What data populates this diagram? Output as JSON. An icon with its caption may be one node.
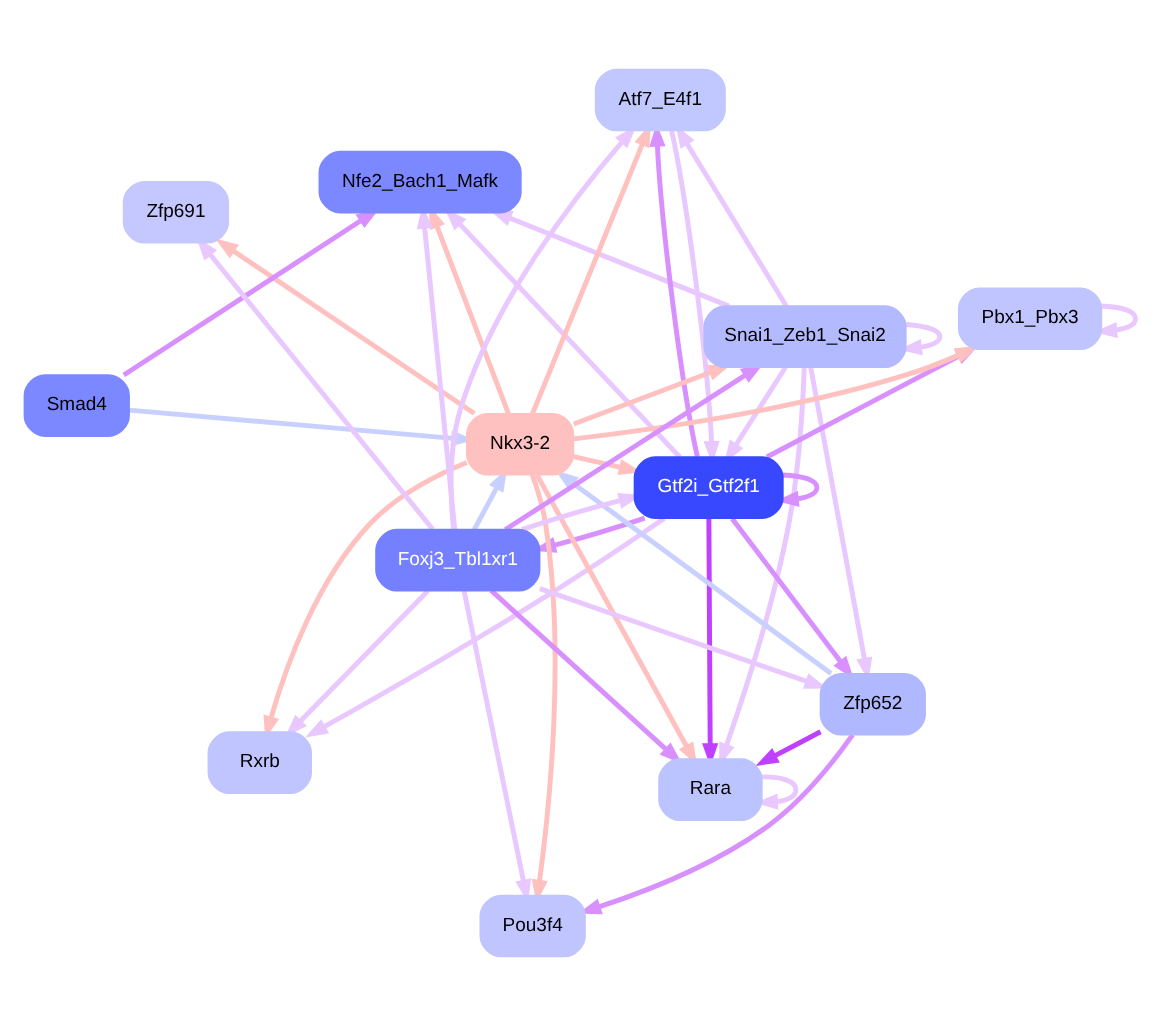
{
  "diagram": {
    "nodes": [
      {
        "text": [
          "Rara"
        ]
      },
      {
        "text": [
          "Snai1_Zeb1_Snai2"
        ]
      },
      {
        "text": [
          "Rxrb"
        ]
      },
      {
        "text": [
          "Nfe2_Bach1_Mafk"
        ]
      },
      {
        "text": [
          "Atf7_E4f1"
        ]
      },
      {
        "text": [
          "Gtf2i_Gtf2f1"
        ]
      },
      {
        "text": [
          "Nkx3-2"
        ]
      },
      {
        "text": [
          "Pbx1_Pbx3"
        ]
      },
      {
        "text": [
          "Smad4"
        ]
      },
      {
        "text": [
          "Pou3f4"
        ]
      },
      {
        "text": [
          "Zfp652"
        ]
      },
      {
        "text": [
          "Zfp691"
        ]
      },
      {
        "text": [
          "Foxj3_Tbl1xr1"
        ]
      }
    ],
    "edges": [
      {
        "from": 0,
        "to": 0,
        "arrow": "to"
      },
      {
        "from": 1,
        "to": 0,
        "arrow": "to"
      },
      {
        "from": 1,
        "to": 1,
        "arrow": "to"
      },
      {
        "from": 1,
        "to": 3,
        "arrow": "to"
      },
      {
        "from": 1,
        "to": 4,
        "arrow": "to"
      },
      {
        "from": 1,
        "to": 5,
        "arrow": "to"
      },
      {
        "from": 1,
        "to": 10,
        "arrow": "to"
      },
      {
        "from": 4,
        "to": 5,
        "arrow": "to"
      },
      {
        "from": 5,
        "to": 0,
        "arrow": "to",
        "color": "#c040ff"
      },
      {
        "from": 5,
        "to": 2,
        "arrow": "to"
      },
      {
        "from": 5,
        "to": 3,
        "arrow": "to"
      },
      {
        "from": 5,
        "to": 4,
        "arrow": "to",
        "color": "#d890ff"
      },
      {
        "from": 5,
        "to": 5,
        "arrow": "to",
        "color": "#d890ff"
      },
      {
        "from": 5,
        "to": 7,
        "arrow": "to",
        "color": "#d890ff"
      },
      {
        "from": 5,
        "to": 10,
        "arrow": "to",
        "color": "#d890ff"
      },
      {
        "from": 5,
        "to": 12,
        "arrow": "to",
        "color": "#d890ff"
      },
      {
        "from": 6,
        "to": 0,
        "arrow": "to",
        "color": "#ffc0c0"
      },
      {
        "from": 6,
        "to": 1,
        "arrow": "to",
        "color": "#ffc0c0"
      },
      {
        "from": 6,
        "to": 2,
        "arrow": "to",
        "color": "#ffc0c0"
      },
      {
        "from": 6,
        "to": 3,
        "arrow": "to",
        "color": "#ffc0c0"
      },
      {
        "from": 6,
        "to": 4,
        "arrow": "to",
        "color": "#ffc0c0"
      },
      {
        "from": 6,
        "to": 5,
        "arrow": "to",
        "color": "#ffc0c0"
      },
      {
        "from": 6,
        "to": 7,
        "arrow": "to",
        "color": "#ffc0c0"
      },
      {
        "from": 6,
        "to": 9,
        "arrow": "to",
        "color": "#ffc0c0"
      },
      {
        "from": 6,
        "to": 11,
        "arrow": "to",
        "color": "#ffc0c0"
      },
      {
        "from": 7,
        "to": 7,
        "arrow": "to"
      },
      {
        "from": 8,
        "to": 3,
        "arrow": "to",
        "color": "#d890ff"
      },
      {
        "from": 8,
        "to": 6,
        "arrow": "to",
        "color": "#c8d0ff"
      },
      {
        "from": 10,
        "to": 0,
        "arrow": "to",
        "color": "#c040ff"
      },
      {
        "from": 10,
        "to": 6,
        "arrow": "to",
        "color": "#c8d0ff"
      },
      {
        "from": 10,
        "to": 9,
        "arrow": "to",
        "color": "#d890ff"
      },
      {
        "from": 12,
        "to": 0,
        "arrow": "to",
        "color": "#d890ff"
      },
      {
        "from": 12,
        "to": 1,
        "arrow": "to",
        "color": "#d890ff"
      },
      {
        "from": 12,
        "to": 2,
        "arrow": "to"
      },
      {
        "from": 12,
        "to": 3,
        "arrow": "to"
      },
      {
        "from": 12,
        "to": 4,
        "arrow": "to"
      },
      {
        "from": 12,
        "to": 5,
        "arrow": "to"
      },
      {
        "from": 12,
        "to": 6,
        "arrow": "to",
        "color": "#c8d0ff"
      },
      {
        "from": 12,
        "to": 9,
        "arrow": "to"
      },
      {
        "from": 12,
        "to": 10,
        "arrow": "to"
      },
      {
        "from": 12,
        "to": 11,
        "arrow": "to"
      }
    ]
  }
}
